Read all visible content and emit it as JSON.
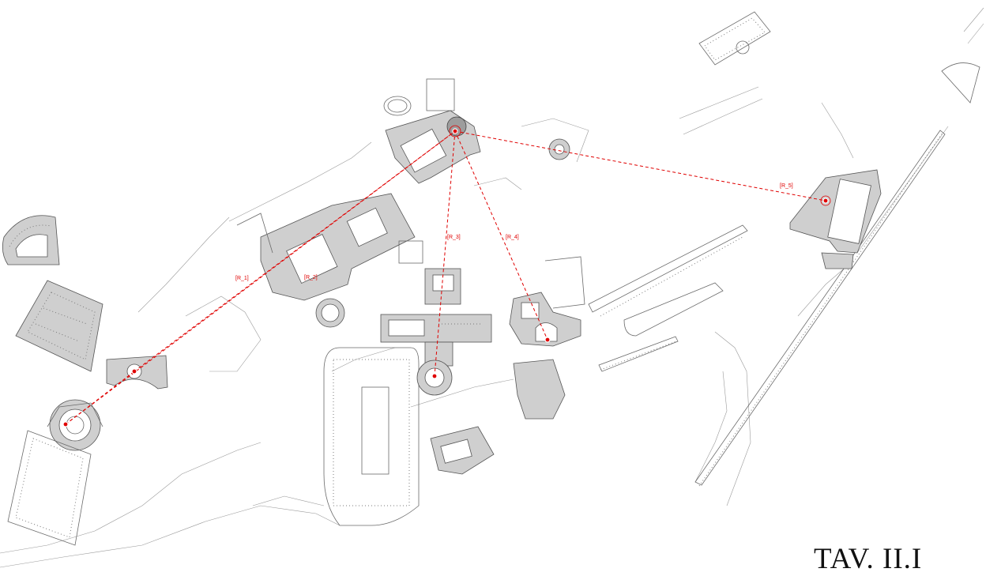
{
  "plate": {
    "title": "TAV. II.I"
  },
  "rays": [
    {
      "label": "[R_1]"
    },
    {
      "label": "[R_2]"
    },
    {
      "label": "[R_3]"
    },
    {
      "label": "[R_4]"
    },
    {
      "label": "[R_5]"
    }
  ],
  "colors": {
    "ray": "#e00000",
    "building_fill": "#cfcfcf",
    "building_dark": "#9d9d9d",
    "outline": "#6a6a6a"
  }
}
